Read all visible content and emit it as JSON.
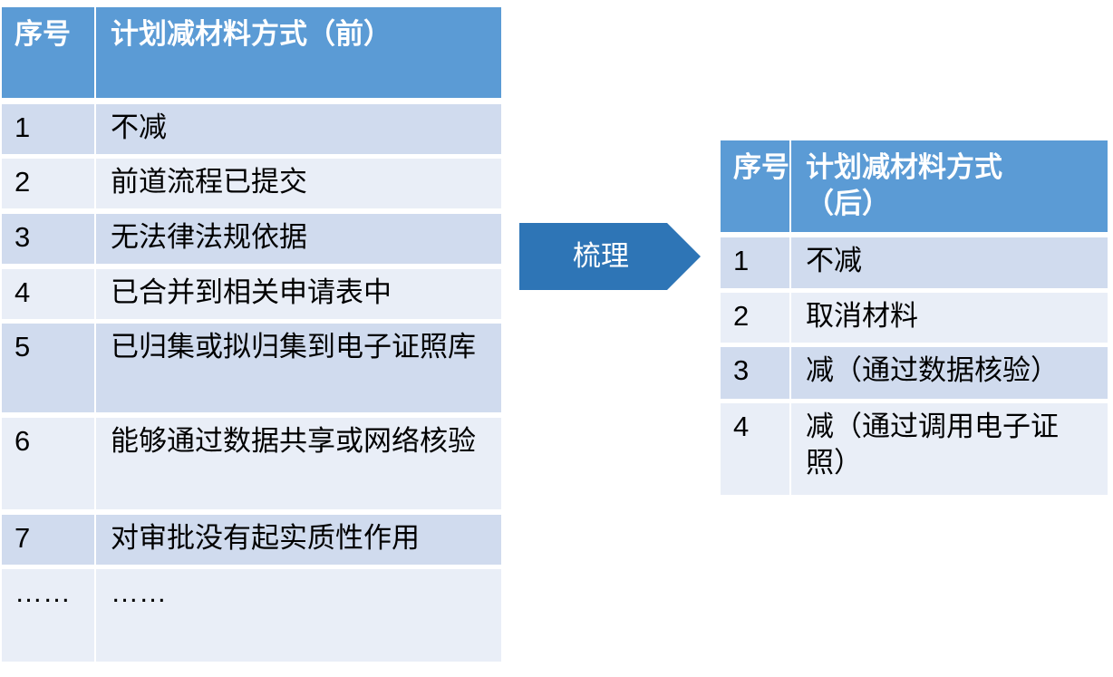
{
  "before_table": {
    "headers": [
      "序号",
      "计划减材料方式（前）"
    ],
    "rows": [
      [
        "1",
        "不减"
      ],
      [
        "2",
        "前道流程已提交"
      ],
      [
        "3",
        "无法律法规依据"
      ],
      [
        "4",
        "已合并到相关申请表中"
      ],
      [
        "5",
        "已归集或拟归集到电子证照库"
      ],
      [
        "6",
        "能够通过数据共享或网络核验"
      ],
      [
        "7",
        "对审批没有起实质性作用"
      ],
      [
        "……",
        "……"
      ]
    ]
  },
  "arrow": {
    "label": "梳理",
    "color": "#2e75b6"
  },
  "after_table": {
    "headers": [
      "序号",
      "计划减材料方式（后）"
    ],
    "rows": [
      [
        "1",
        "不减"
      ],
      [
        "2",
        "取消材料"
      ],
      [
        "3",
        "减（通过数据核验）"
      ],
      [
        "4",
        "减（通过调用电子证照）"
      ]
    ]
  },
  "colors": {
    "header": "#5b9bd5",
    "row_dark": "#d0dbee",
    "row_light": "#e9eef7"
  }
}
